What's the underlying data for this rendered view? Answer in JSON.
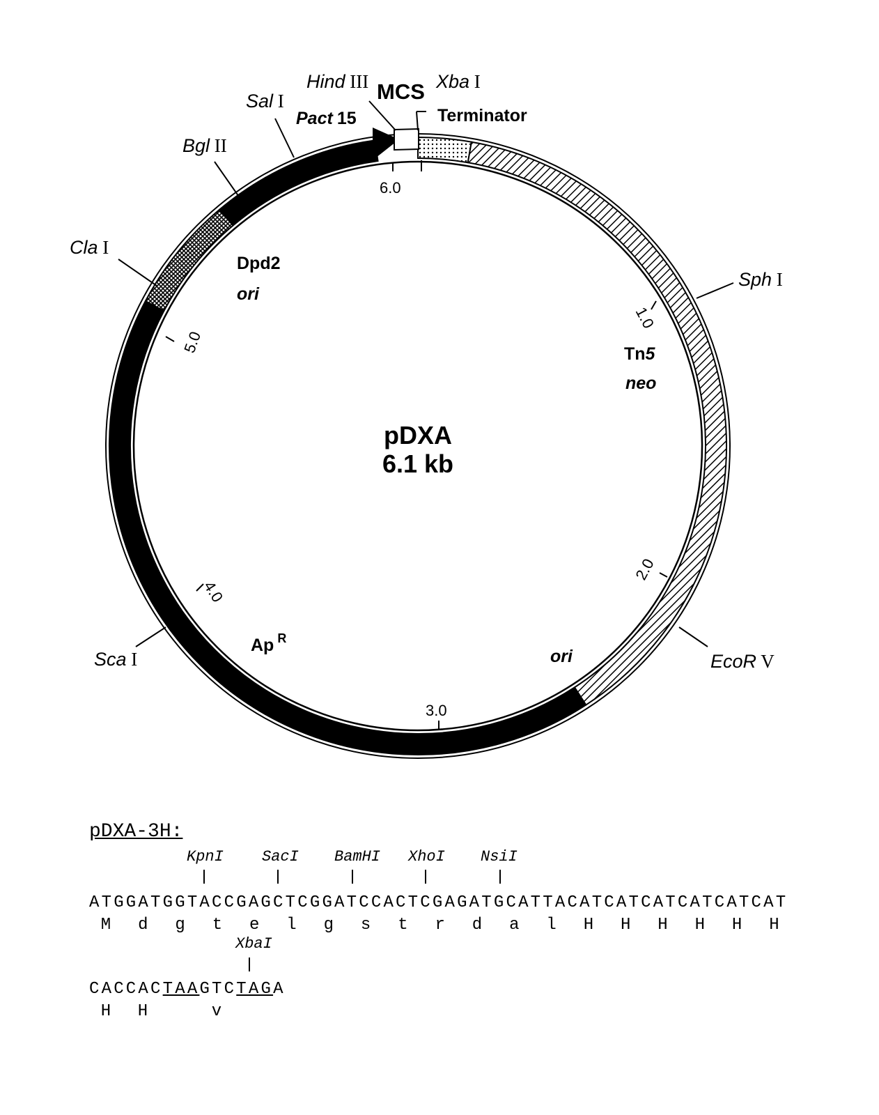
{
  "plasmid": {
    "name": "pDXA",
    "size": "6.1 kb",
    "features": {
      "mcs": "MCS",
      "pact15_a": "Pact",
      "pact15_b": "15",
      "terminator": "Terminator",
      "dpd2": "Dpd2",
      "dpd2_ori": "ori",
      "tn5_a": "Tn",
      "tn5_b": "5",
      "neo": "neo",
      "apr": "Ap",
      "apr_sup": "R",
      "ori": "ori"
    },
    "sites": [
      {
        "id": "hindiii",
        "enzyme": "Hind",
        "suffix": " III"
      },
      {
        "id": "xbai",
        "enzyme": "Xba",
        "suffix": " I"
      },
      {
        "id": "sali",
        "enzyme": "Sal",
        "suffix": " I"
      },
      {
        "id": "bglii",
        "enzyme": "Bgl",
        "suffix": " II"
      },
      {
        "id": "clai",
        "enzyme": "Cla",
        "suffix": " I"
      },
      {
        "id": "sphi",
        "enzyme": "Sph",
        "suffix": " I"
      },
      {
        "id": "ecorv",
        "enzyme": "EcoR",
        "suffix": " V"
      },
      {
        "id": "scai",
        "enzyme": "Sca",
        "suffix": " I"
      }
    ],
    "scale_ticks": [
      "6.0",
      "1.0",
      "2.0",
      "3.0",
      "4.0",
      "5.0"
    ]
  },
  "construct": {
    "title": "pDXA-3H:",
    "enzymes_line1": [
      "KpnI",
      "SacI",
      "BamHI",
      "XhoI",
      "NsiI"
    ],
    "dna_line1": "ATGGATGGTACCGAGCTCGGATCCACTCGAGATGCATTACATCATCATCATCATCAT",
    "protein_line1": [
      "M",
      "d",
      "g",
      "t",
      "e",
      "l",
      "g",
      "s",
      "t",
      "r",
      "d",
      "a",
      "l",
      "H",
      "H",
      "H",
      "H",
      "H",
      "H"
    ],
    "enzymes_line2": [
      "XbaI"
    ],
    "dna_line2_parts": [
      "CACCAC",
      "TAA",
      "GTC",
      "TAG",
      "A"
    ],
    "protein_line2": [
      "H",
      "H",
      "v"
    ]
  }
}
